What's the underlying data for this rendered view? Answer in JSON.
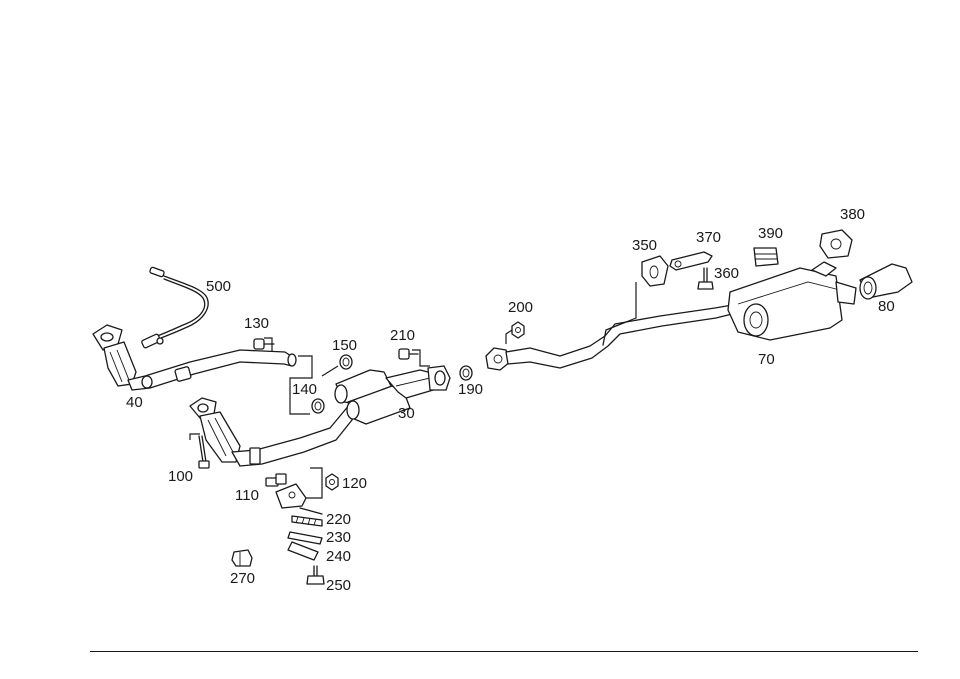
{
  "callouts": {
    "c500": "500",
    "c130": "130",
    "c150": "150",
    "c140": "140",
    "c210": "210",
    "c200": "200",
    "c350": "350",
    "c370": "370",
    "c390": "390",
    "c380": "380",
    "c360": "360",
    "c80": "80",
    "c70": "70",
    "c40": "40",
    "c30": "30",
    "c190": "190",
    "c100": "100",
    "c110": "110",
    "c120": "120",
    "c220": "220",
    "c230": "230",
    "c240": "240",
    "c250": "250",
    "c270": "270"
  }
}
